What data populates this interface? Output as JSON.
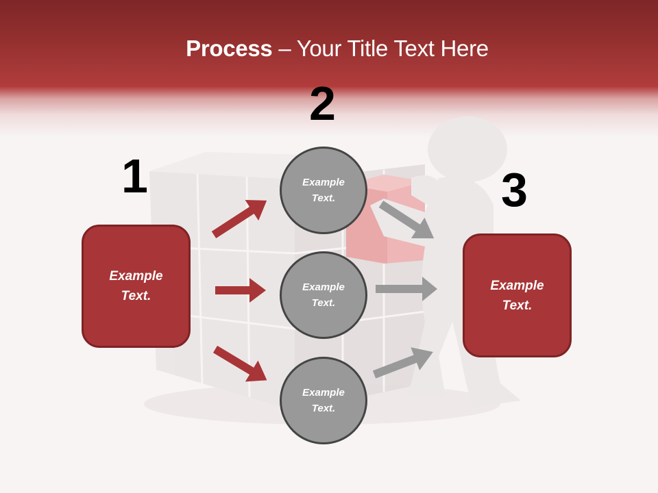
{
  "slide": {
    "title": {
      "bold": "Process",
      "rest": " – Your Title Text Here"
    },
    "colors": {
      "header_dark": "#7e2628",
      "header_mid": "#b23b3b",
      "box_fill": "#a83537",
      "box_border": "#7d2325",
      "circle_fill": "#999999",
      "circle_border": "#444444",
      "red_arrow": "#a83537",
      "gray_arrow": "#999999",
      "background": "#f8f4f4"
    },
    "steps": [
      {
        "number": "1"
      },
      {
        "number": "2"
      },
      {
        "number": "3"
      }
    ],
    "left_box": {
      "line1": "Example",
      "line2": "Text."
    },
    "right_box": {
      "line1": "Example",
      "line2": "Text."
    },
    "circles": [
      {
        "line1": "Example",
        "line2": "Text."
      },
      {
        "line1": "Example",
        "line2": "Text."
      },
      {
        "line1": "Example",
        "line2": "Text."
      }
    ],
    "arrows": {
      "red": [
        "left-box-to-circle-top",
        "left-box-to-circle-middle",
        "left-box-to-circle-bottom"
      ],
      "gray": [
        "circle-top-to-right-box",
        "circle-middle-to-right-box",
        "circle-bottom-to-right-box"
      ]
    },
    "background_illustration": [
      "white-cube-grid",
      "red-cube-block",
      "white-3d-figure"
    ]
  }
}
